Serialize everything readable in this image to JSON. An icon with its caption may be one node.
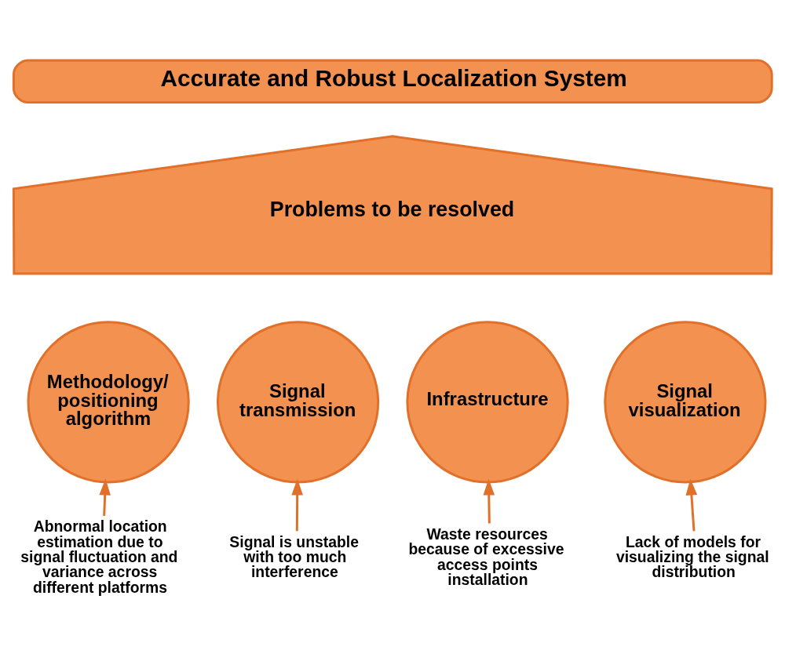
{
  "diagram": {
    "nodes": [
      {
        "text": [
          "Accurate and Robust Localization System"
        ]
      },
      {
        "text": [
          "Problems to be resolved"
        ]
      },
      {
        "text": [
          "Methodology/ positioning algorithm"
        ]
      },
      {
        "text": [
          "Signal transmission"
        ]
      },
      {
        "text": [
          "Infrastructure"
        ]
      },
      {
        "text": [
          "Signal visualization"
        ]
      },
      {
        "text": [
          "Abnormal location estimation due to signal fluctuation and variance across different platforms"
        ]
      },
      {
        "text": [
          "Signal is unstable with too much interference"
        ]
      },
      {
        "text": [
          "Waste resources because of excessive access points installation"
        ]
      },
      {
        "text": [
          "Lack of models for visualizing the signal distribution"
        ]
      }
    ],
    "edges": [
      {
        "from": 6,
        "to": 2,
        "arrow": "to"
      },
      {
        "from": 7,
        "to": 3,
        "arrow": "to"
      },
      {
        "from": 8,
        "to": 4,
        "arrow": "to"
      },
      {
        "from": 9,
        "to": 5,
        "arrow": "to"
      }
    ]
  }
}
